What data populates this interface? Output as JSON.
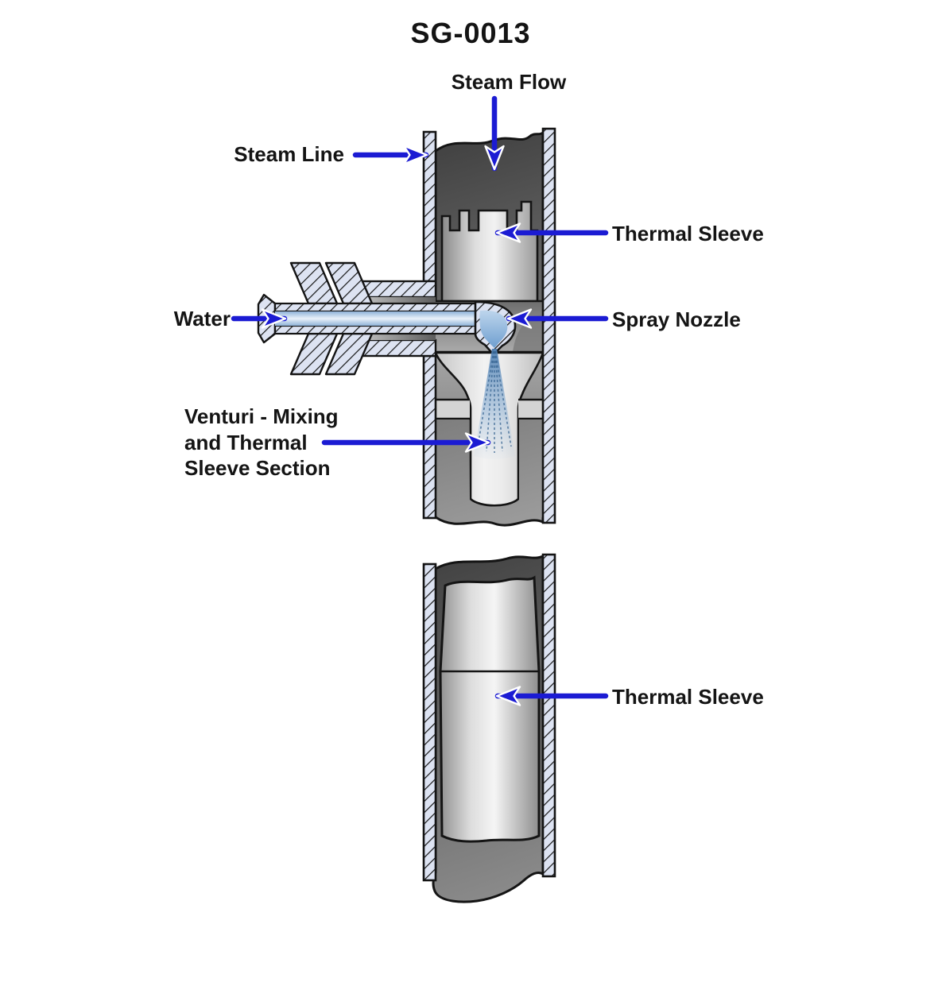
{
  "title": "SG-0013",
  "labels": {
    "steam_flow": "Steam Flow",
    "steam_line": "Steam Line",
    "thermal_sleeve_top": "Thermal Sleeve",
    "spray_nozzle": "Spray Nozzle",
    "water": "Water",
    "venturi_line1": "Venturi - Mixing",
    "venturi_line2": "and Thermal",
    "venturi_line3": "Sleeve Section",
    "thermal_sleeve_bottom": "Thermal Sleeve"
  },
  "colors": {
    "arrow_blue": "#1b1bd3",
    "outline_black": "#141414",
    "pipe_wall_hatch_fill": "#dde3f2",
    "steam_dark_gray": "#4a4a4a",
    "sleeve_light_gray": "#eeeeee",
    "water_blue": "#b9cfe6",
    "spray_blue": "#4a7cb0",
    "label_text": "#141414",
    "background": "#ffffff"
  },
  "diagram_parts": [
    "steam line pipe (cross-section, hatched walls)",
    "upper thermal sleeve with castellated top",
    "water supply tube with flanged connection",
    "spray nozzle with water spray cone",
    "venturi mixing and thermal sleeve section",
    "lower thermal sleeve"
  ]
}
